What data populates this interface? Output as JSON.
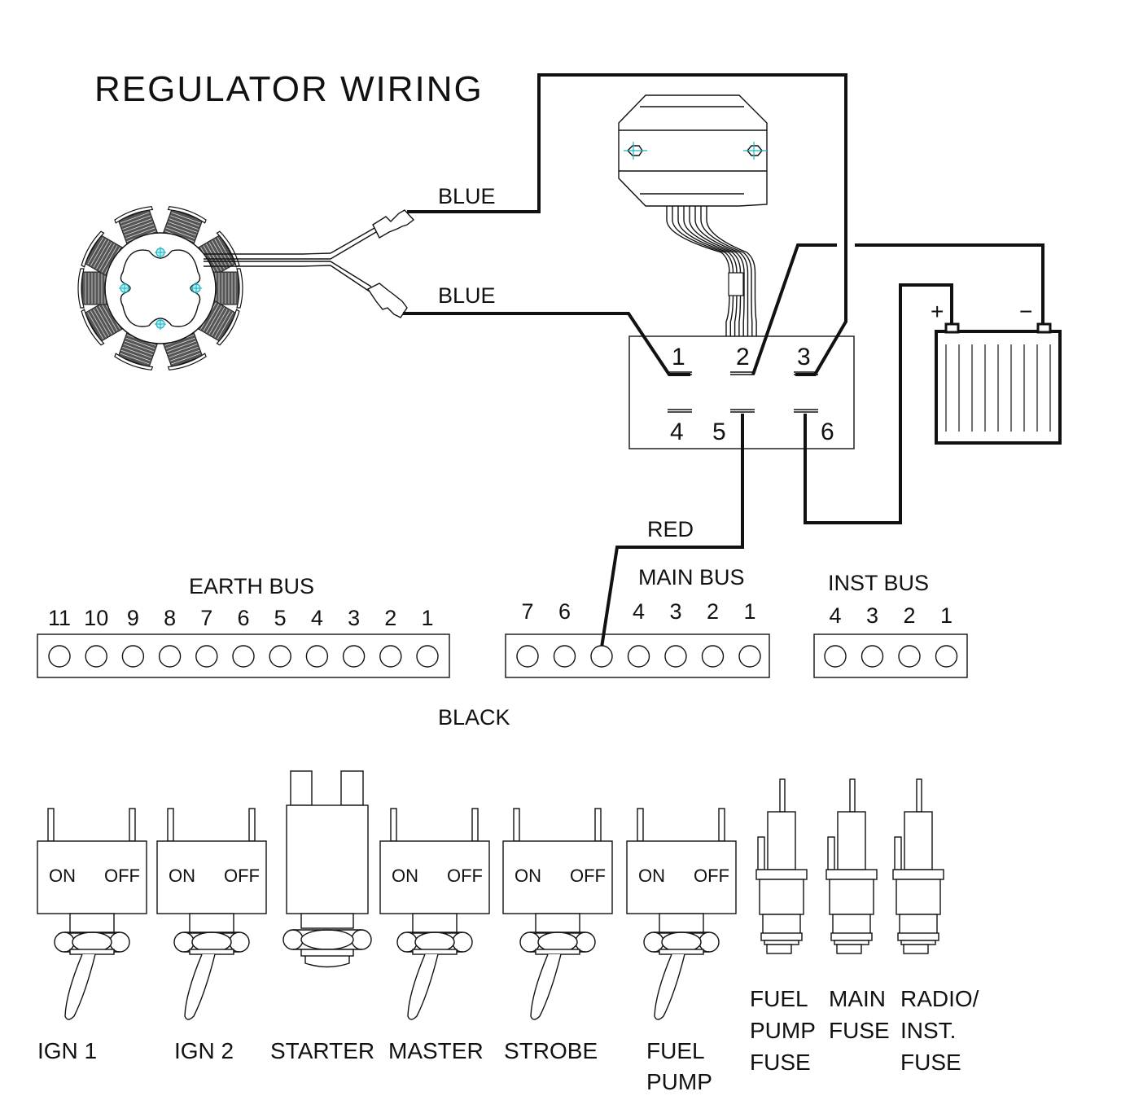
{
  "title": "REGULATOR WIRING",
  "wire_labels": {
    "blue_upper": "BLUE",
    "blue_lower": "BLUE",
    "red": "RED",
    "black": "BLACK"
  },
  "regulator_terminals": [
    "1",
    "2",
    "3",
    "4",
    "5",
    "6"
  ],
  "battery": {
    "positive_label": "+",
    "negative_label": "−"
  },
  "buses": {
    "earth": {
      "label": "EARTH BUS",
      "numbers": [
        "11",
        "10",
        "9",
        "8",
        "7",
        "6",
        "5",
        "4",
        "3",
        "2",
        "1"
      ]
    },
    "main": {
      "label": "MAIN BUS",
      "numbers": [
        "7",
        "6",
        "",
        "4",
        "3",
        "2",
        "1"
      ]
    },
    "inst": {
      "label": "INST BUS",
      "numbers": [
        "4",
        "3",
        "2",
        "1"
      ]
    }
  },
  "switches": [
    {
      "name": "IGN 1",
      "on": "ON",
      "off": "OFF",
      "caption": [
        "IGN  1"
      ]
    },
    {
      "name": "IGN 2",
      "on": "ON",
      "off": "OFF",
      "caption": [
        "IGN  2"
      ]
    },
    {
      "name": "STARTER",
      "caption": [
        "STARTER"
      ]
    },
    {
      "name": "MASTER",
      "on": "ON",
      "off": "OFF",
      "caption": [
        "MASTER"
      ]
    },
    {
      "name": "STROBE",
      "on": "ON",
      "off": "OFF",
      "caption": [
        "STROBE"
      ]
    },
    {
      "name": "FUEL PUMP",
      "on": "ON",
      "off": "OFF",
      "caption": [
        "FUEL",
        "PUMP"
      ]
    }
  ],
  "fuses": [
    {
      "name": "FUEL PUMP FUSE",
      "caption": [
        "FUEL",
        "PUMP",
        "FUSE"
      ]
    },
    {
      "name": "MAIN FUSE",
      "caption": [
        "MAIN",
        "FUSE"
      ]
    },
    {
      "name": "RADIO/INST. FUSE",
      "caption": [
        "RADIO/",
        "INST.",
        "FUSE"
      ]
    }
  ]
}
